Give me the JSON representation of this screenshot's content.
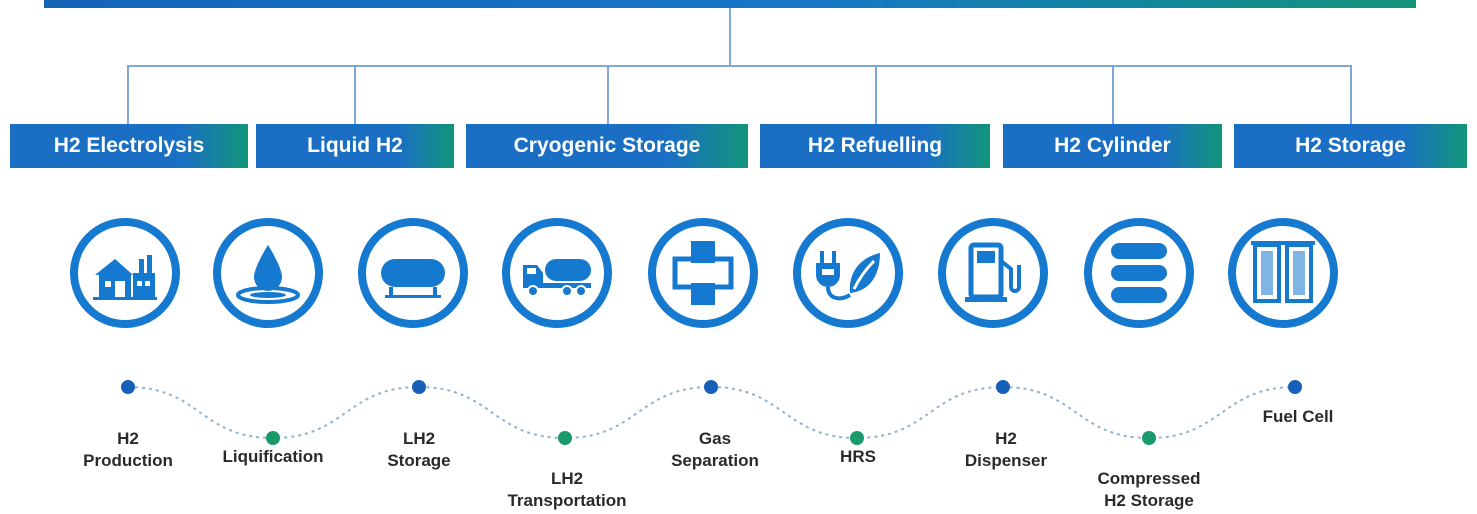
{
  "tabs": [
    {
      "label": "H2 Electrolysis"
    },
    {
      "label": "Liquid H2"
    },
    {
      "label": "Cryogenic Storage"
    },
    {
      "label": "H2 Refuelling"
    },
    {
      "label": "H2 Cylinder"
    },
    {
      "label": "H2 Storage"
    }
  ],
  "icons": [
    {
      "name": "factory-icon"
    },
    {
      "name": "water-drop-icon"
    },
    {
      "name": "storage-tank-icon"
    },
    {
      "name": "tanker-truck-icon"
    },
    {
      "name": "gas-separation-icon"
    },
    {
      "name": "plug-leaf-icon"
    },
    {
      "name": "fuel-pump-icon"
    },
    {
      "name": "stacked-cylinders-icon"
    },
    {
      "name": "fuel-cell-icon"
    }
  ],
  "steps": [
    {
      "line1": "H2",
      "line2": "Production"
    },
    {
      "line1": "",
      "line2": "Liquification"
    },
    {
      "line1": "LH2",
      "line2": "Storage"
    },
    {
      "line1": "LH2",
      "line2": "Transportation"
    },
    {
      "line1": "Gas",
      "line2": "Separation"
    },
    {
      "line1": "",
      "line2": "HRS"
    },
    {
      "line1": "H2",
      "line2": "Dispenser"
    },
    {
      "line1": "Compressed",
      "line2": "H2 Storage"
    },
    {
      "line1": "",
      "line2": "Fuel Cell"
    }
  ],
  "colors": {
    "primary_blue": "#1479cf",
    "tab_blue": "#1a6fc4",
    "tab_green": "#12957a",
    "dot_blue": "#1760b8",
    "dot_green": "#1a9a6a",
    "connector": "#7ea7d6"
  }
}
